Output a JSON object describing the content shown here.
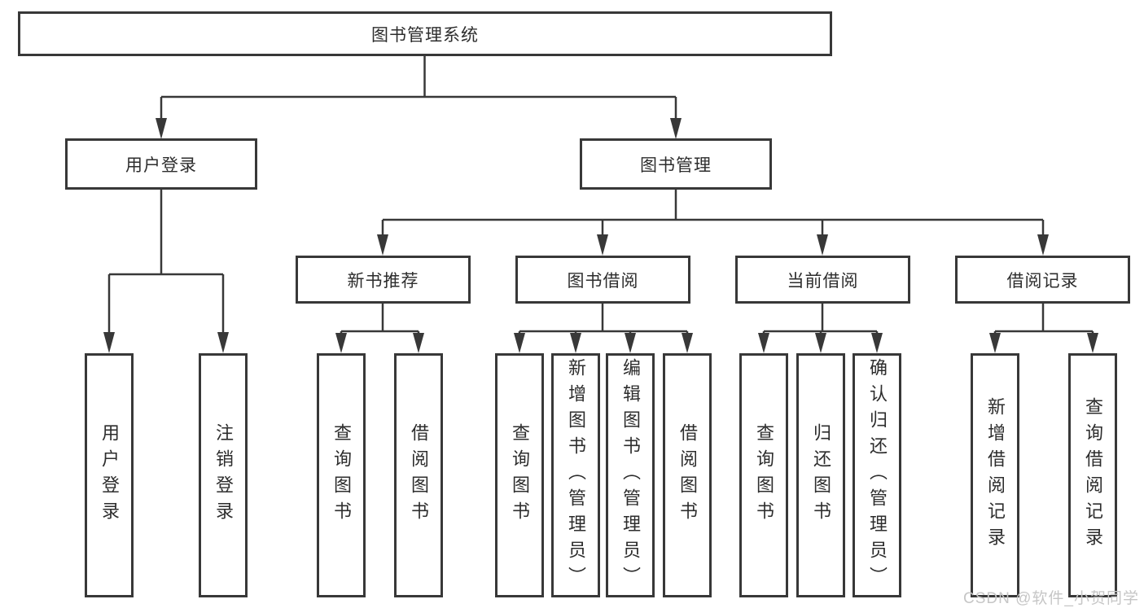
{
  "title": "图书管理系统",
  "watermark": "CSDN @软件_小贺同学",
  "colors": {
    "line": "#383838",
    "border": "#383838",
    "text": "#2d2d2d",
    "background": "#ffffff",
    "watermark": "#c6c6c6"
  },
  "nodes": {
    "root": {
      "label": "图书管理系统"
    },
    "level2": [
      {
        "id": "user-login",
        "label": "用户登录",
        "parent": "图书管理系统"
      },
      {
        "id": "book-management",
        "label": "图书管理",
        "parent": "图书管理系统"
      }
    ],
    "level3": [
      {
        "id": "new-book-recommend",
        "label": "新书推荐",
        "parent": "图书管理"
      },
      {
        "id": "book-borrow",
        "label": "图书借阅",
        "parent": "图书管理"
      },
      {
        "id": "current-borrow",
        "label": "当前借阅",
        "parent": "图书管理"
      },
      {
        "id": "borrow-records",
        "label": "借阅记录",
        "parent": "图书管理"
      }
    ],
    "leaves": [
      {
        "label": "用户登录",
        "parent": "用户登录"
      },
      {
        "label": "注销登录",
        "parent": "用户登录"
      },
      {
        "label": "查询图书",
        "parent": "新书推荐"
      },
      {
        "label": "借阅图书",
        "parent": "新书推荐"
      },
      {
        "label": "查询图书",
        "parent": "图书借阅"
      },
      {
        "label": "新增图书（管理员）",
        "parent": "图书借阅"
      },
      {
        "label": "编辑图书（管理员）",
        "parent": "图书借阅"
      },
      {
        "label": "借阅图书",
        "parent": "图书借阅"
      },
      {
        "label": "查询图书",
        "parent": "当前借阅"
      },
      {
        "label": "归还图书",
        "parent": "当前借阅"
      },
      {
        "label": "确认归还（管理员）",
        "parent": "当前借阅"
      },
      {
        "label": "新增借阅记录",
        "parent": "借阅记录"
      },
      {
        "label": "查询借阅记录",
        "parent": "借阅记录"
      }
    ]
  }
}
